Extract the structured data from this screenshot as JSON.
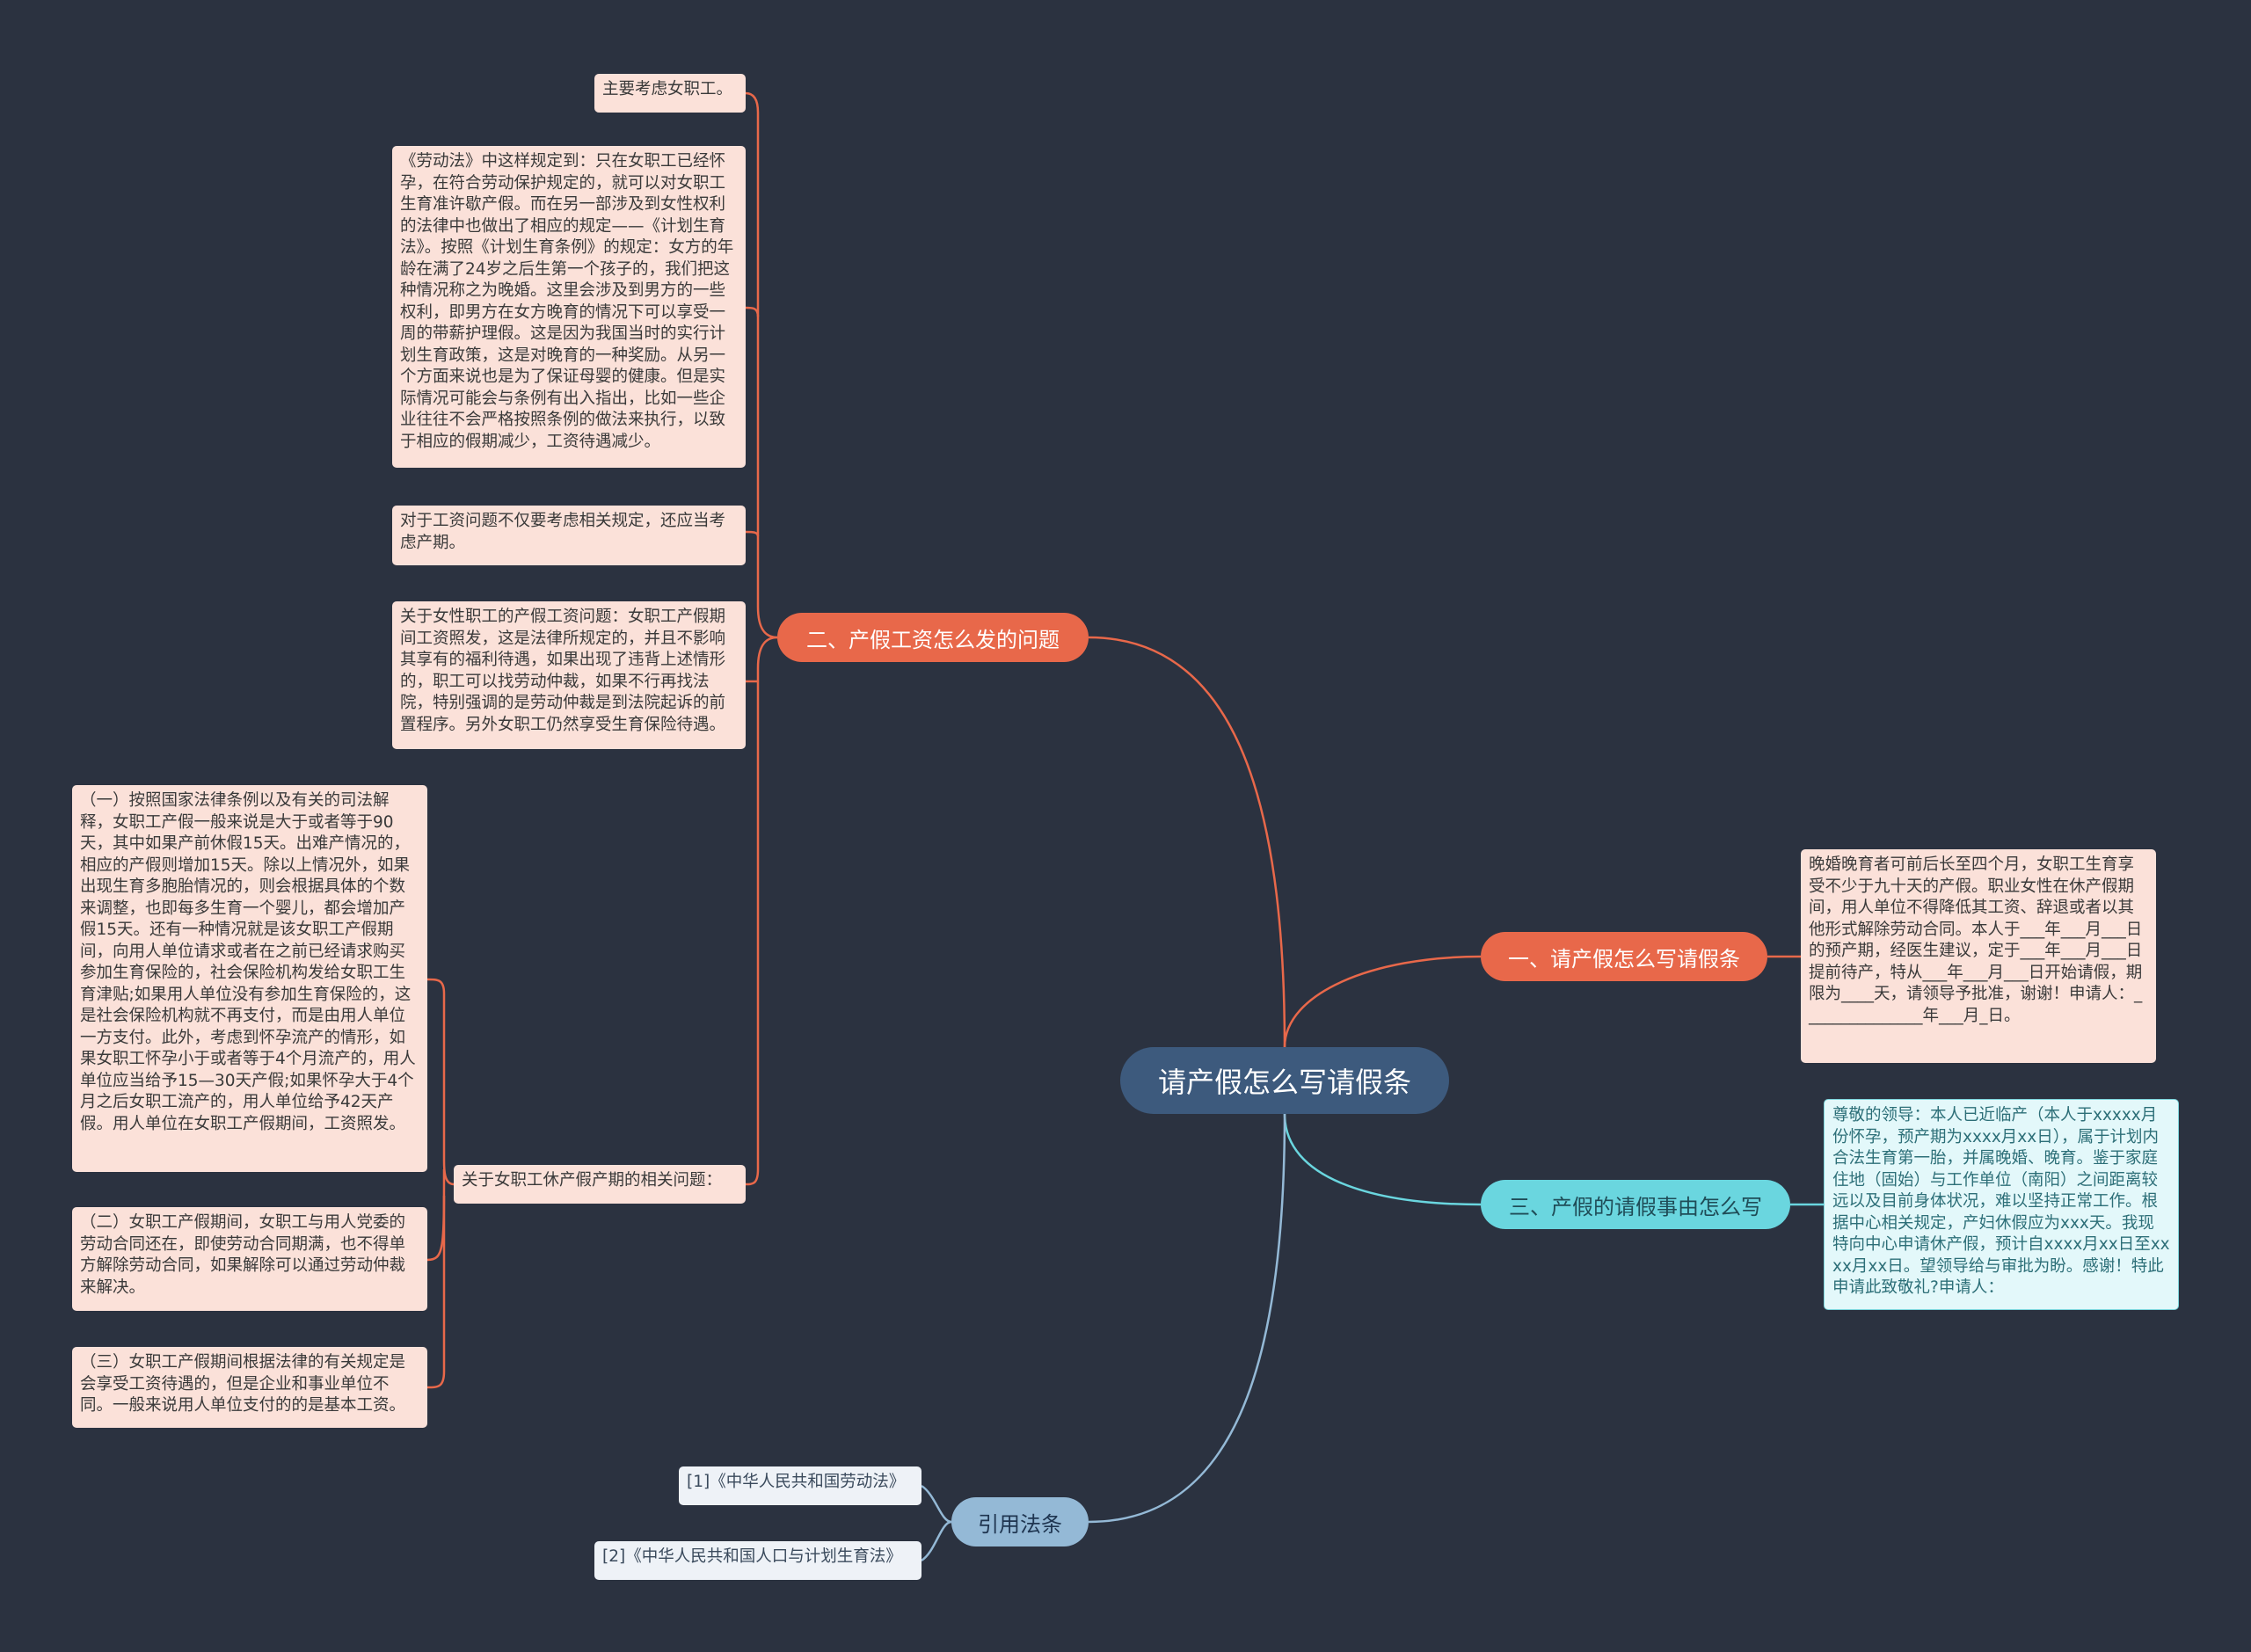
{
  "root": "请产假怎么写请假条",
  "branches": {
    "b1": "一、请产假怎么写请假条",
    "b2": "二、产假工资怎么发的问题",
    "b3": "三、产假的请假事由怎么写",
    "b4": "引用法条"
  },
  "b1_leaf": "晚婚晚育者可前后长至四个月，女职工生育享受不少于九十天的产假。职业女性在休产假期间，用人单位不得降低其工资、辞退或者以其他形式解除劳动合同。本人于___年___月___日的预产期，经医生建议，定于___年___月___日提前待产，特从___年___月___日开始请假，期限为____天，请领导予批准，谢谢！申请人：_______________年___月_日。",
  "b3_leaf": "尊敬的领导：本人已近临产（本人于xxxxx月份怀孕，预产期为xxxx月xx日），属于计划内合法生育第一胎，并属晚婚、晚育。鉴于家庭住地（固始）与工作单位（南阳）之间距离较远以及目前身体状况，难以坚持正常工作。根据中心相关规定，产妇休假应为xxx天。我现特向中心申请休产假，预计自xxxx月xx日至xxxx月xx日。望领导给与审批为盼。感谢！特此申请此致敬礼?申请人：",
  "b2_leaves": {
    "l1": "主要考虑女职工。",
    "l2": "《劳动法》中这样规定到：只在女职工已经怀孕，在符合劳动保护规定的，就可以对女职工生育准许歇产假。而在另一部涉及到女性权利的法律中也做出了相应的规定——《计划生育法》。按照《计划生育条例》的规定：女方的年龄在满了24岁之后生第一个孩子的，我们把这种情况称之为晚婚。这里会涉及到男方的一些权利，即男方在女方晚育的情况下可以享受一周的带薪护理假。这是因为我国当时的实行计划生育政策，这是对晚育的一种奖励。从另一个方面来说也是为了保证母婴的健康。但是实际情况可能会与条例有出入指出，比如一些企业往往不会严格按照条例的做法来执行，以致于相应的假期减少，工资待遇减少。",
    "l3": "对于工资问题不仅要考虑相关规定，还应当考虑产期。",
    "l4": "关于女性职工的产假工资问题：女职工产假期间工资照发，这是法律所规定的，并且不影响其享有的福利待遇，如果出现了违背上述情形的，职工可以找劳动仲裁，如果不行再找法院，特别强调的是劳动仲裁是到法院起诉的前置程序。另外女职工仍然享受生育保险待遇。",
    "l5": "关于女职工休产假产期的相关问题："
  },
  "l5_children": {
    "c1": "（一）按照国家法律条例以及有关的司法解释，女职工产假一般来说是大于或者等于90天，其中如果产前休假15天。出难产情况的，相应的产假则增加15天。除以上情况外，如果出现生育多胞胎情况的，则会根据具体的个数来调整，也即每多生育一个婴儿，都会增加产假15天。还有一种情况就是该女职工产假期间，向用人单位请求或者在之前已经请求购买参加生育保险的，社会保险机构发给女职工生育津贴;如果用人单位没有参加生育保险的，这是社会保险机构就不再支付，而是由用人单位一方支付。此外，考虑到怀孕流产的情形，如果女职工怀孕小于或者等于4个月流产的，用人单位应当给予15—30天产假;如果怀孕大于4个月之后女职工流产的，用人单位给予42天产假。用人单位在女职工产假期间，工资照发。",
    "c2": "（二）女职工产假期间，女职工与用人党委的劳动合同还在，即使劳动合同期满，也不得单方解除劳动合同，如果解除可以通过劳动仲裁来解决。",
    "c3": "（三）女职工产假期间根据法律的有关规定是会享受工资待遇的，但是企业和事业单位不同。一般来说用人单位支付的的是基本工资。"
  },
  "refs": {
    "r1": "[1]《中华人民共和国劳动法》",
    "r2": "[2]《中华人民共和国人口与计划生育法》"
  },
  "colors": {
    "background": "#2b3240",
    "root": "#3d5a7d",
    "red_branch": "#e8684a",
    "cyan_branch": "#6ad6df",
    "blue_branch": "#94b9d6",
    "leaf": "#fbe1d9"
  }
}
